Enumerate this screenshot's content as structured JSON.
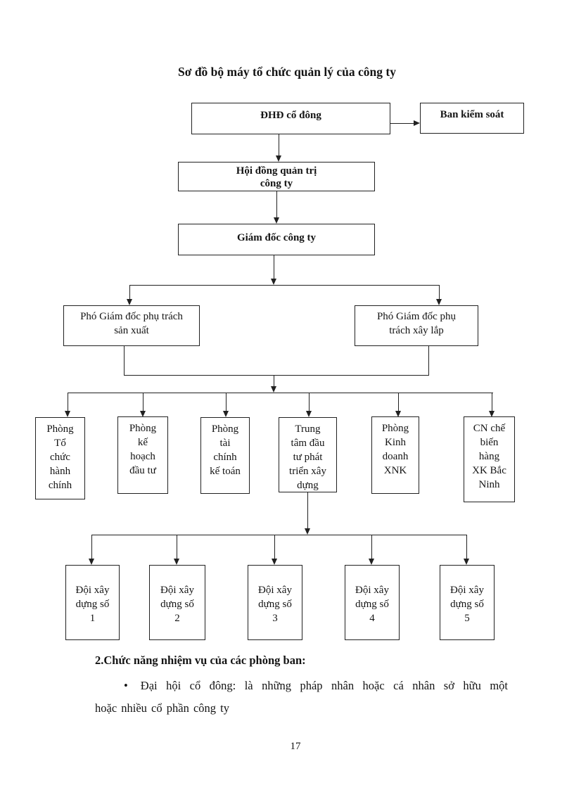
{
  "document": {
    "title": "Sơ đồ bộ máy tổ chức quản lý của công ty",
    "section_heading": "2.Chức năng nhiệm vụ của các phòng ban:",
    "bullet_glyph": "•",
    "bullet_line1": "Đại hội cổ đông: là những pháp nhân hoặc cá nhân sở hữu một",
    "bullet_line2": "hoặc nhiều cổ phần công ty",
    "page_number": "17"
  },
  "org_chart": {
    "nodes": {
      "shareholders_meeting": "ĐHĐ cổ đông",
      "supervisory_board": "Ban kiểm soát",
      "board_of_management": "Hội đồng quản trị\ncông ty",
      "company_director": "Giám đốc công ty",
      "deputy_director_production": "Phó Giám đốc phụ trách\nsản xuất",
      "deputy_director_construction": "Phó Giám đốc phụ\ntrách xây lắp",
      "dept_org_admin": "Phòng\nTổ\nchức\nhành\nchính",
      "dept_planning_investment": "Phòng\nkế\nhoạch\nđầu tư",
      "dept_finance_accounting": "Phòng\ntài\nchính\nkế toán",
      "center_construction_investment": "Trung\ntâm đầu\ntư phát\ntriển xây\ndựng",
      "dept_import_export": "Phòng\nKinh\ndoanh\nXNK",
      "branch_bac_ninh": "CN chế\nbiến\nhàng\nXK Bắc\nNinh",
      "construction_team_1": "Đội xây\ndựng số\n1",
      "construction_team_2": "Đội xây\ndựng số\n2",
      "construction_team_3": "Đội xây\ndựng số\n3",
      "construction_team_4": "Đội xây\ndựng số\n4",
      "construction_team_5": "Đội xây\ndựng số\n5"
    }
  }
}
